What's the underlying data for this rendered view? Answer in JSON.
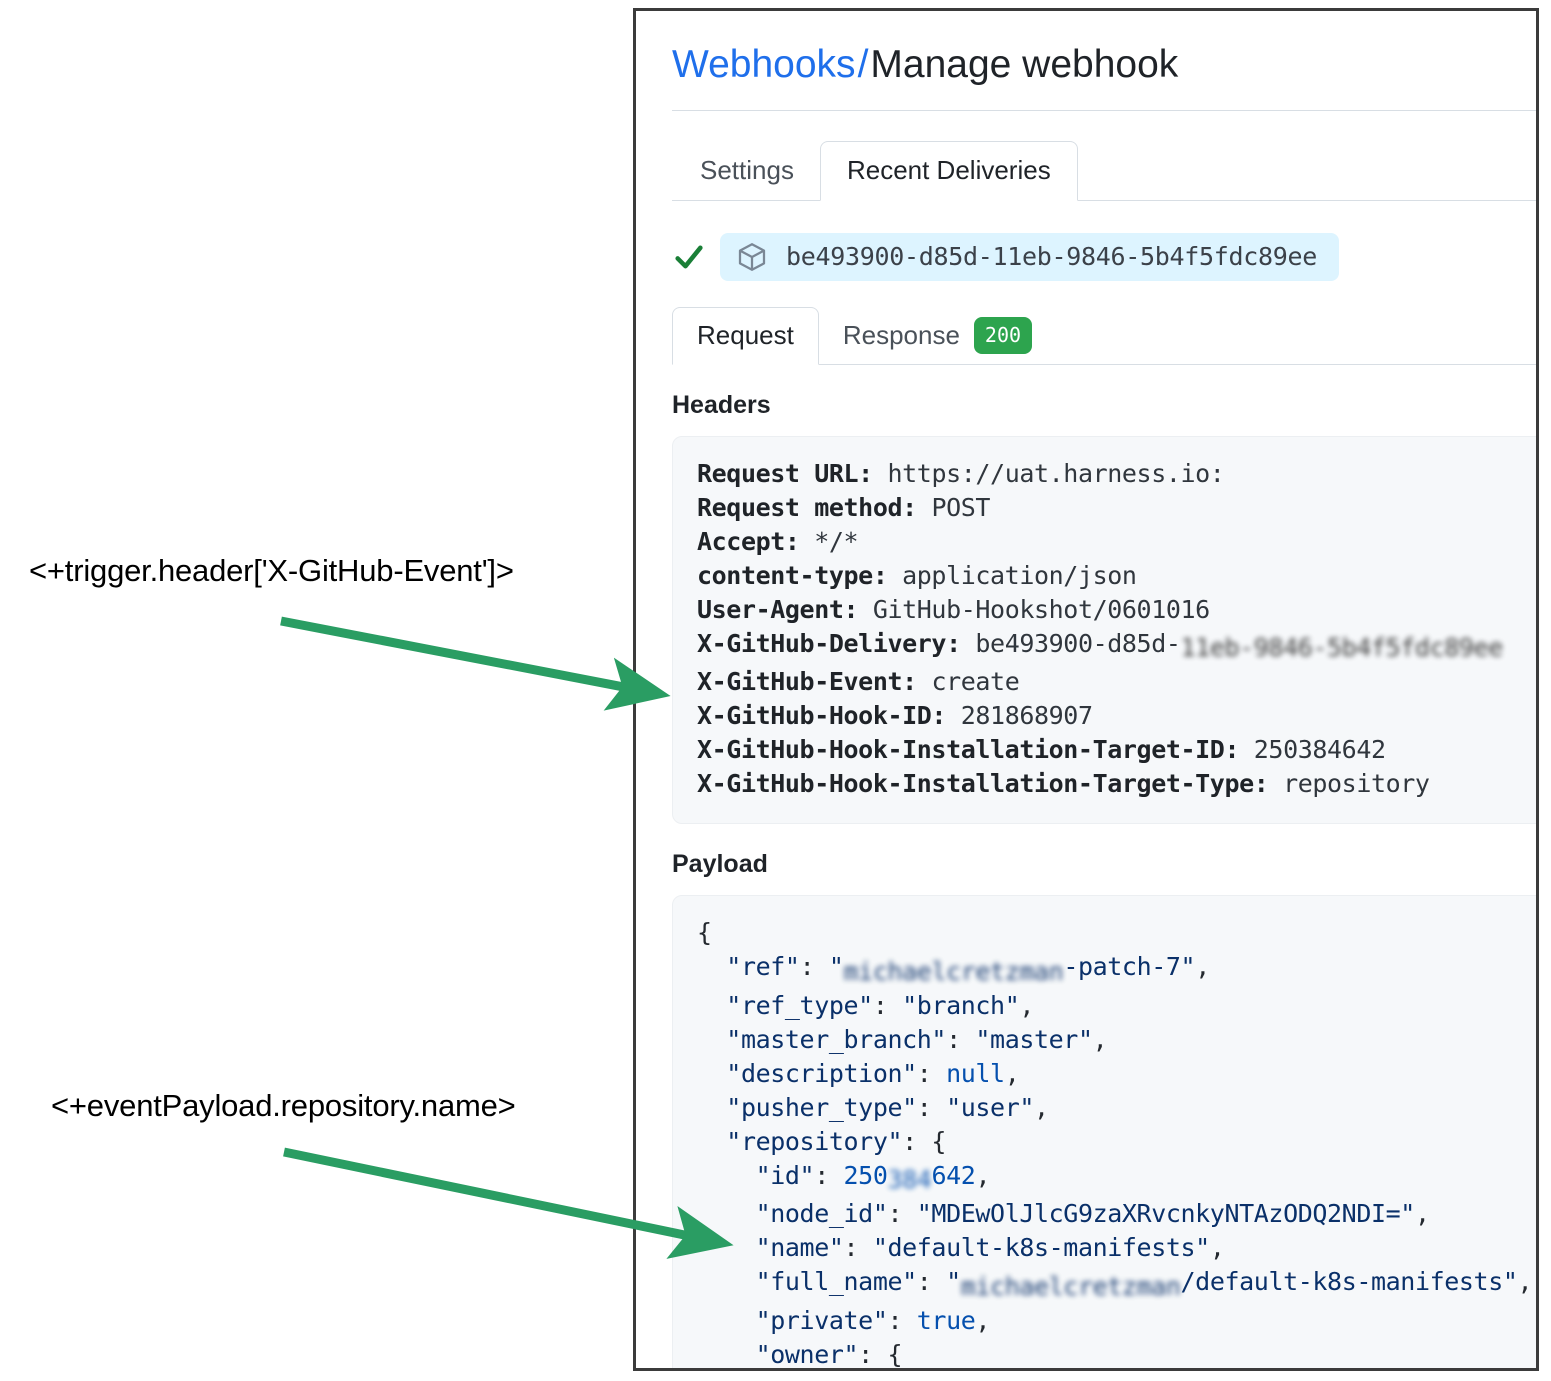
{
  "panel": {
    "breadcrumb": {
      "link": "Webhooks",
      "separator": "/",
      "current": "Manage webhook"
    },
    "tabs": [
      {
        "label": "Settings",
        "active": false
      },
      {
        "label": "Recent Deliveries",
        "active": true
      }
    ],
    "delivery": {
      "status_icon": "check-icon",
      "package_icon": "package-icon",
      "guid": "be493900-d85d-11eb-9846-5b4f5fdc89ee"
    },
    "subtabs": [
      {
        "label": "Request",
        "active": true,
        "badge": null
      },
      {
        "label": "Response",
        "active": false,
        "badge": "200"
      }
    ],
    "headers_section": {
      "title": "Headers",
      "rows": [
        {
          "key": "Request URL:",
          "value": "https://uat.harness.io:"
        },
        {
          "key": "Request method:",
          "value": "POST"
        },
        {
          "key": "Accept:",
          "value": "*/*"
        },
        {
          "key": "content-type:",
          "value": "application/json"
        },
        {
          "key": "User-Agent:",
          "value": "GitHub-Hookshot/0601016"
        },
        {
          "key": "X-GitHub-Delivery:",
          "value": "be493900-d85d-",
          "redacted": "11eb-9846-5b4f5fdc89ee"
        },
        {
          "key": "X-GitHub-Event:",
          "value": "create"
        },
        {
          "key": "X-GitHub-Hook-ID:",
          "value": "281868907"
        },
        {
          "key": "X-GitHub-Hook-Installation-Target-ID:",
          "value": "250384642"
        },
        {
          "key": "X-GitHub-Hook-Installation-Target-Type:",
          "value": "repository"
        }
      ]
    },
    "payload_section": {
      "title": "Payload",
      "lines": [
        "{",
        "  \"ref\": \"michaelcretzman-patch-7\",",
        "  \"ref_type\": \"branch\",",
        "  \"master_branch\": \"master\",",
        "  \"description\": null,",
        "  \"pusher_type\": \"user\",",
        "  \"repository\": {",
        "    \"id\": 250384642,",
        "    \"node_id\": \"MDEwOlJlcG9zaXRvcnkyNTAzODQ2NDI=\",",
        "    \"name\": \"default-k8s-manifests\",",
        "    \"full_name\": \"michaelcretzman/default-k8s-manifests\",",
        "    \"private\": true,",
        "    \"owner\": {"
      ],
      "redacted_values": {
        "ref_user": "michaelcretzman",
        "id_middle": "384",
        "full_name_user": "michaelcretzman"
      }
    }
  },
  "annotations": {
    "accent_color": "#2a9d63",
    "items": [
      {
        "label": "<+trigger.header['X-GitHub-Event']>",
        "target": "x-github-event-header-row"
      },
      {
        "label": "<+eventPayload.repository.name>",
        "target": "payload-repository-name-row"
      }
    ]
  }
}
